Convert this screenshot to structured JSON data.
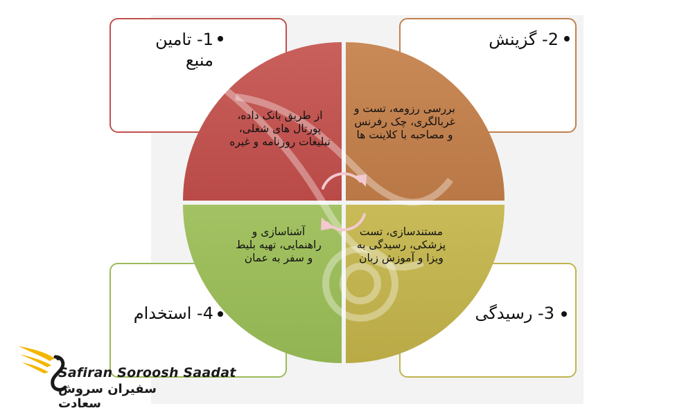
{
  "colors": {
    "red": "#c0504d",
    "orange": "#c0804d",
    "olive": "#c0b44d",
    "green": "#9bbb59",
    "logo_gold": "#f2b600"
  },
  "steps": [
    {
      "title": "1- تامین منبع",
      "description": "از طریق بانک داده، پورتال های شغلی، تبلیغات روزنامه و غیره"
    },
    {
      "title": "2- گزینش",
      "description": "بررسی رزومه، تست و غربالگری، چک رفرنس و مصاحبه با کلاینت ها"
    },
    {
      "title": "3- رسیدگی",
      "description": "مستندسازی، تست پزشکی، رسیدگی به ویزا و آموزش زبان"
    },
    {
      "title": "4- استخدام",
      "description": "آشناسازی و راهنمایی، تهیه بلیط و سفر به عمان"
    }
  ],
  "logo": {
    "name_en": "Safiran Soroosh Saadat",
    "name_fa": "سفیران سروش سعادت",
    "icon": "phoenix-logo-icon"
  },
  "icons": {
    "cycle": "cycle-arrows-icon",
    "bullet": "bullet-icon"
  }
}
